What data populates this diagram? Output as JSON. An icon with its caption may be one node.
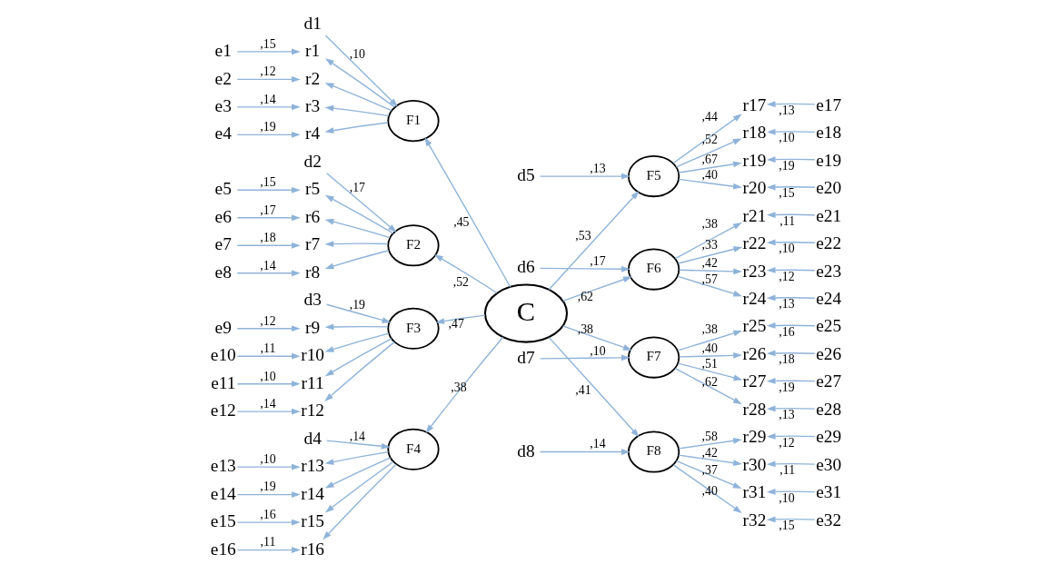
{
  "diagram": {
    "nodes": [
      {
        "text": [
          "C"
        ]
      },
      {
        "text": [
          "F1"
        ]
      },
      {
        "text": [
          "F2"
        ]
      },
      {
        "text": [
          "F3"
        ]
      },
      {
        "text": [
          "F4"
        ]
      },
      {
        "text": [
          "F5"
        ]
      },
      {
        "text": [
          "F6"
        ]
      },
      {
        "text": [
          "F7"
        ]
      },
      {
        "text": [
          "F8"
        ]
      },
      {
        "text": [
          "r1"
        ]
      },
      {
        "text": [
          "r2"
        ]
      },
      {
        "text": [
          "r3"
        ]
      },
      {
        "text": [
          "r4"
        ]
      },
      {
        "text": [
          "r5"
        ]
      },
      {
        "text": [
          "r6"
        ]
      },
      {
        "text": [
          "r7"
        ]
      },
      {
        "text": [
          "r8"
        ]
      },
      {
        "text": [
          "r9"
        ]
      },
      {
        "text": [
          "r10"
        ]
      },
      {
        "text": [
          "r11"
        ]
      },
      {
        "text": [
          "r12"
        ]
      },
      {
        "text": [
          "r13"
        ]
      },
      {
        "text": [
          "r14"
        ]
      },
      {
        "text": [
          "r15"
        ]
      },
      {
        "text": [
          "r16"
        ]
      },
      {
        "text": [
          "r17"
        ]
      },
      {
        "text": [
          "r18"
        ]
      },
      {
        "text": [
          "r19"
        ]
      },
      {
        "text": [
          "r20"
        ]
      },
      {
        "text": [
          "r21"
        ]
      },
      {
        "text": [
          "r22"
        ]
      },
      {
        "text": [
          "r23"
        ]
      },
      {
        "text": [
          "r24"
        ]
      },
      {
        "text": [
          "r25"
        ]
      },
      {
        "text": [
          "r26"
        ]
      },
      {
        "text": [
          "r27"
        ]
      },
      {
        "text": [
          "r28"
        ]
      },
      {
        "text": [
          "r29"
        ]
      },
      {
        "text": [
          "r30"
        ]
      },
      {
        "text": [
          "r31"
        ]
      },
      {
        "text": [
          "r32"
        ]
      },
      {
        "text": [
          "e1"
        ]
      },
      {
        "text": [
          "e2"
        ]
      },
      {
        "text": [
          "e3"
        ]
      },
      {
        "text": [
          "e4"
        ]
      },
      {
        "text": [
          "e5"
        ]
      },
      {
        "text": [
          "e6"
        ]
      },
      {
        "text": [
          "e7"
        ]
      },
      {
        "text": [
          "e8"
        ]
      },
      {
        "text": [
          "e9"
        ]
      },
      {
        "text": [
          "e10"
        ]
      },
      {
        "text": [
          "e11"
        ]
      },
      {
        "text": [
          "e12"
        ]
      },
      {
        "text": [
          "e13"
        ]
      },
      {
        "text": [
          "e14"
        ]
      },
      {
        "text": [
          "e15"
        ]
      },
      {
        "text": [
          "e16"
        ]
      },
      {
        "text": [
          "e17"
        ]
      },
      {
        "text": [
          "e18"
        ]
      },
      {
        "text": [
          "e19"
        ]
      },
      {
        "text": [
          "e20"
        ]
      },
      {
        "text": [
          "e21"
        ]
      },
      {
        "text": [
          "e22"
        ]
      },
      {
        "text": [
          "e23"
        ]
      },
      {
        "text": [
          "e24"
        ]
      },
      {
        "text": [
          "e25"
        ]
      },
      {
        "text": [
          "e26"
        ]
      },
      {
        "text": [
          "e27"
        ]
      },
      {
        "text": [
          "e28"
        ]
      },
      {
        "text": [
          "e29"
        ]
      },
      {
        "text": [
          "e30"
        ]
      },
      {
        "text": [
          "e31"
        ]
      },
      {
        "text": [
          "e32"
        ]
      },
      {
        "text": [
          "d1"
        ]
      },
      {
        "text": [
          "d2"
        ]
      },
      {
        "text": [
          "d3"
        ]
      },
      {
        "text": [
          "d4"
        ]
      },
      {
        "text": [
          "d5"
        ]
      },
      {
        "text": [
          "d6"
        ]
      },
      {
        "text": [
          "d7"
        ]
      },
      {
        "text": [
          "d8"
        ]
      }
    ],
    "edges": [
      {
        "from": 0,
        "to": 1,
        "arrow": "to",
        "label": ",45"
      },
      {
        "from": 0,
        "to": 2,
        "arrow": "to",
        "label": ",52"
      },
      {
        "from": 0,
        "to": 3,
        "arrow": "to",
        "label": ",47"
      },
      {
        "from": 0,
        "to": 4,
        "arrow": "to",
        "label": ",38"
      },
      {
        "from": 0,
        "to": 5,
        "arrow": "to",
        "label": ",53"
      },
      {
        "from": 0,
        "to": 6,
        "arrow": "to",
        "label": ",62"
      },
      {
        "from": 0,
        "to": 7,
        "arrow": "to",
        "label": ",38"
      },
      {
        "from": 0,
        "to": 8,
        "arrow": "to",
        "label": ",41"
      },
      {
        "from": 73,
        "to": 1,
        "arrow": "to",
        "label": ",10"
      },
      {
        "from": 74,
        "to": 2,
        "arrow": "to",
        "label": ",17"
      },
      {
        "from": 75,
        "to": 3,
        "arrow": "to",
        "label": ",19"
      },
      {
        "from": 76,
        "to": 4,
        "arrow": "to",
        "label": ",14"
      },
      {
        "from": 77,
        "to": 5,
        "arrow": "to",
        "label": ",13"
      },
      {
        "from": 78,
        "to": 6,
        "arrow": "to",
        "label": ",17"
      },
      {
        "from": 79,
        "to": 7,
        "arrow": "to",
        "label": ",10"
      },
      {
        "from": 80,
        "to": 8,
        "arrow": "to",
        "label": ",14"
      },
      {
        "from": 1,
        "to": 9,
        "arrow": "to"
      },
      {
        "from": 1,
        "to": 10,
        "arrow": "to"
      },
      {
        "from": 1,
        "to": 11,
        "arrow": "to"
      },
      {
        "from": 1,
        "to": 12,
        "arrow": "to"
      },
      {
        "from": 2,
        "to": 13,
        "arrow": "to"
      },
      {
        "from": 2,
        "to": 14,
        "arrow": "to"
      },
      {
        "from": 2,
        "to": 15,
        "arrow": "to"
      },
      {
        "from": 2,
        "to": 16,
        "arrow": "to"
      },
      {
        "from": 3,
        "to": 17,
        "arrow": "to"
      },
      {
        "from": 3,
        "to": 18,
        "arrow": "to"
      },
      {
        "from": 3,
        "to": 19,
        "arrow": "to"
      },
      {
        "from": 3,
        "to": 20,
        "arrow": "to"
      },
      {
        "from": 4,
        "to": 21,
        "arrow": "to"
      },
      {
        "from": 4,
        "to": 22,
        "arrow": "to"
      },
      {
        "from": 4,
        "to": 23,
        "arrow": "to"
      },
      {
        "from": 4,
        "to": 24,
        "arrow": "to"
      },
      {
        "from": 5,
        "to": 25,
        "arrow": "to",
        "label": ",44"
      },
      {
        "from": 5,
        "to": 26,
        "arrow": "to",
        "label": ",52"
      },
      {
        "from": 5,
        "to": 27,
        "arrow": "to",
        "label": ",67"
      },
      {
        "from": 5,
        "to": 28,
        "arrow": "to",
        "label": ",40"
      },
      {
        "from": 6,
        "to": 29,
        "arrow": "to",
        "label": ",38"
      },
      {
        "from": 6,
        "to": 30,
        "arrow": "to",
        "label": ",33"
      },
      {
        "from": 6,
        "to": 31,
        "arrow": "to",
        "label": ",42"
      },
      {
        "from": 6,
        "to": 32,
        "arrow": "to",
        "label": ",57"
      },
      {
        "from": 7,
        "to": 33,
        "arrow": "to",
        "label": ",38"
      },
      {
        "from": 7,
        "to": 34,
        "arrow": "to",
        "label": ",40"
      },
      {
        "from": 7,
        "to": 35,
        "arrow": "to",
        "label": ",51"
      },
      {
        "from": 7,
        "to": 36,
        "arrow": "to",
        "label": ",62"
      },
      {
        "from": 8,
        "to": 37,
        "arrow": "to",
        "label": ",58"
      },
      {
        "from": 8,
        "to": 38,
        "arrow": "to",
        "label": ",42"
      },
      {
        "from": 8,
        "to": 39,
        "arrow": "to",
        "label": ",37"
      },
      {
        "from": 8,
        "to": 40,
        "arrow": "to",
        "label": ",40"
      },
      {
        "from": 41,
        "to": 9,
        "arrow": "to",
        "label": ",15"
      },
      {
        "from": 42,
        "to": 10,
        "arrow": "to",
        "label": ",12"
      },
      {
        "from": 43,
        "to": 11,
        "arrow": "to",
        "label": ",14"
      },
      {
        "from": 44,
        "to": 12,
        "arrow": "to",
        "label": ",19"
      },
      {
        "from": 45,
        "to": 13,
        "arrow": "to",
        "label": ",15"
      },
      {
        "from": 46,
        "to": 14,
        "arrow": "to",
        "label": ",17"
      },
      {
        "from": 47,
        "to": 15,
        "arrow": "to",
        "label": ",18"
      },
      {
        "from": 48,
        "to": 16,
        "arrow": "to",
        "label": ",14"
      },
      {
        "from": 49,
        "to": 17,
        "arrow": "to",
        "label": ",12"
      },
      {
        "from": 50,
        "to": 18,
        "arrow": "to",
        "label": ",11"
      },
      {
        "from": 51,
        "to": 19,
        "arrow": "to",
        "label": ",10"
      },
      {
        "from": 52,
        "to": 20,
        "arrow": "to",
        "label": ",14"
      },
      {
        "from": 53,
        "to": 21,
        "arrow": "to",
        "label": ",10"
      },
      {
        "from": 54,
        "to": 22,
        "arrow": "to",
        "label": ",19"
      },
      {
        "from": 55,
        "to": 23,
        "arrow": "to",
        "label": ",16"
      },
      {
        "from": 56,
        "to": 24,
        "arrow": "to",
        "label": ",11"
      },
      {
        "from": 57,
        "to": 25,
        "arrow": "to",
        "label": ",13"
      },
      {
        "from": 58,
        "to": 26,
        "arrow": "to",
        "label": ",10"
      },
      {
        "from": 59,
        "to": 27,
        "arrow": "to",
        "label": ",19"
      },
      {
        "from": 60,
        "to": 28,
        "arrow": "to",
        "label": ",15"
      },
      {
        "from": 61,
        "to": 29,
        "arrow": "to",
        "label": ",11"
      },
      {
        "from": 62,
        "to": 30,
        "arrow": "to",
        "label": ",10"
      },
      {
        "from": 63,
        "to": 31,
        "arrow": "to",
        "label": ",12"
      },
      {
        "from": 64,
        "to": 32,
        "arrow": "to",
        "label": ",13"
      },
      {
        "from": 65,
        "to": 33,
        "arrow": "to",
        "label": ",16"
      },
      {
        "from": 66,
        "to": 34,
        "arrow": "to",
        "label": ",18"
      },
      {
        "from": 67,
        "to": 35,
        "arrow": "to",
        "label": ",19"
      },
      {
        "from": 68,
        "to": 36,
        "arrow": "to",
        "label": ",13"
      },
      {
        "from": 69,
        "to": 37,
        "arrow": "to",
        "label": ",12"
      },
      {
        "from": 70,
        "to": 38,
        "arrow": "to",
        "label": ",11"
      },
      {
        "from": 71,
        "to": 39,
        "arrow": "to",
        "label": ",10"
      },
      {
        "from": 72,
        "to": 40,
        "arrow": "to",
        "label": ",15"
      }
    ]
  }
}
